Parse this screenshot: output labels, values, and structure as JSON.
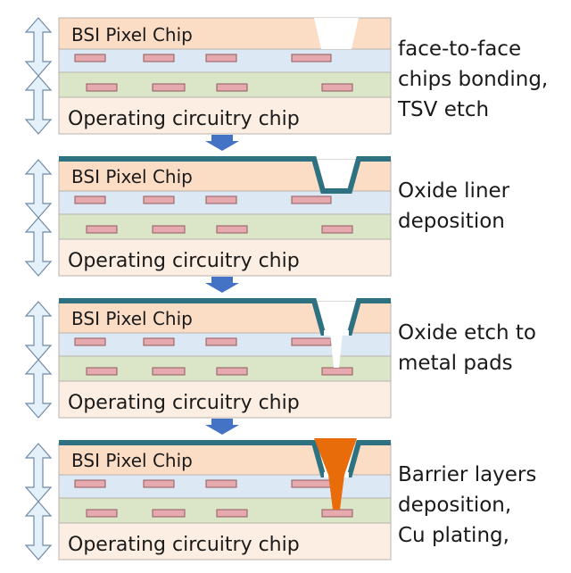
{
  "colors": {
    "pixel_chip": "#fbdcc5",
    "oxide": "#dce8f3",
    "circuit_layer": "#dbe6c8",
    "circuit_chip": "#fdeee3",
    "metal_pad": "#e6a9ae",
    "liner": "#2e7282",
    "copper": "#e86c0a",
    "flow_arrow": "#4472c4",
    "thickness_arrow": "#e4f0fa"
  },
  "icons": {
    "flow": "down-arrow-icon",
    "thickness": "double-headed-vertical-arrow-icon"
  },
  "steps": [
    {
      "chip_top_label": "BSI Pixel Chip",
      "chip_bottom_label": "Operating circuitry chip",
      "process_label": [
        "face-to-face",
        "chips bonding,",
        "TSV etch"
      ],
      "has_liner": false,
      "via_open": false,
      "has_copper": false
    },
    {
      "chip_top_label": "BSI Pixel Chip",
      "chip_bottom_label": "Operating circuitry chip",
      "process_label": [
        "Oxide liner",
        "deposition"
      ],
      "has_liner": true,
      "via_open": false,
      "has_copper": false
    },
    {
      "chip_top_label": "BSI Pixel Chip",
      "chip_bottom_label": "Operating circuitry chip",
      "process_label": [
        "Oxide etch to",
        "metal pads"
      ],
      "has_liner": true,
      "via_open": true,
      "has_copper": false
    },
    {
      "chip_top_label": "BSI Pixel Chip",
      "chip_bottom_label": "Operating circuitry chip",
      "process_label": [
        "Barrier layers",
        "deposition,",
        "Cu plating,"
      ],
      "has_liner": true,
      "via_open": true,
      "has_copper": true
    }
  ]
}
